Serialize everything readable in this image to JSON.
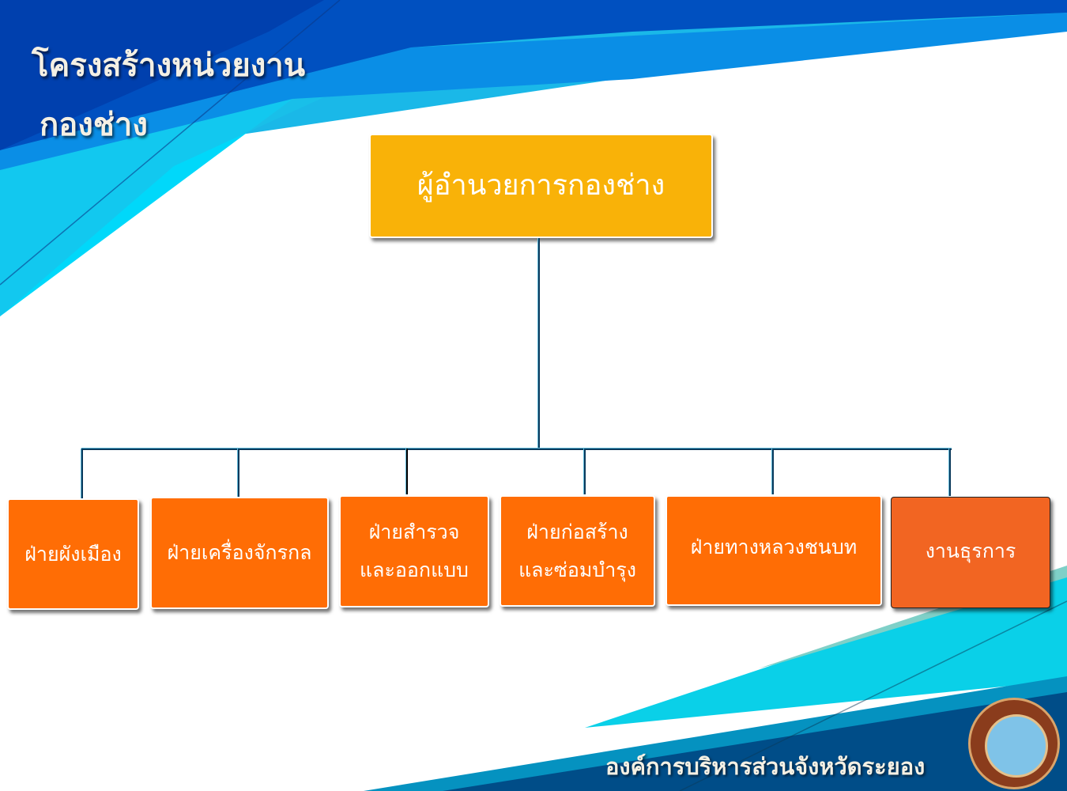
{
  "header": {
    "title_line1": "โครงสร้างหน่วยงาน",
    "title_line2": "กองช่าง"
  },
  "chart": {
    "root": "ผู้อำนวยการกองช่าง",
    "divisions": [
      {
        "lines": [
          "ฝ่ายผังเมือง"
        ]
      },
      {
        "lines": [
          "ฝ่ายเครื่องจักรกล"
        ]
      },
      {
        "lines": [
          "ฝ่ายสำรวจ",
          "และออกแบบ"
        ]
      },
      {
        "lines": [
          "ฝ่ายก่อสร้าง",
          "และซ่อมบำรุง"
        ]
      },
      {
        "lines": [
          "ฝ่ายทางหลวงชนบท"
        ]
      },
      {
        "lines": [
          "งานธุรการ"
        ]
      }
    ]
  },
  "footer": {
    "organization": "องค์การบริหารส่วนจังหวัดระยอง",
    "seal_icon": "organization-seal-icon"
  },
  "colors": {
    "root": "#F9B208",
    "division": "#FF6D05",
    "admin": "#F26522",
    "dark_blue": "#0046B0"
  }
}
